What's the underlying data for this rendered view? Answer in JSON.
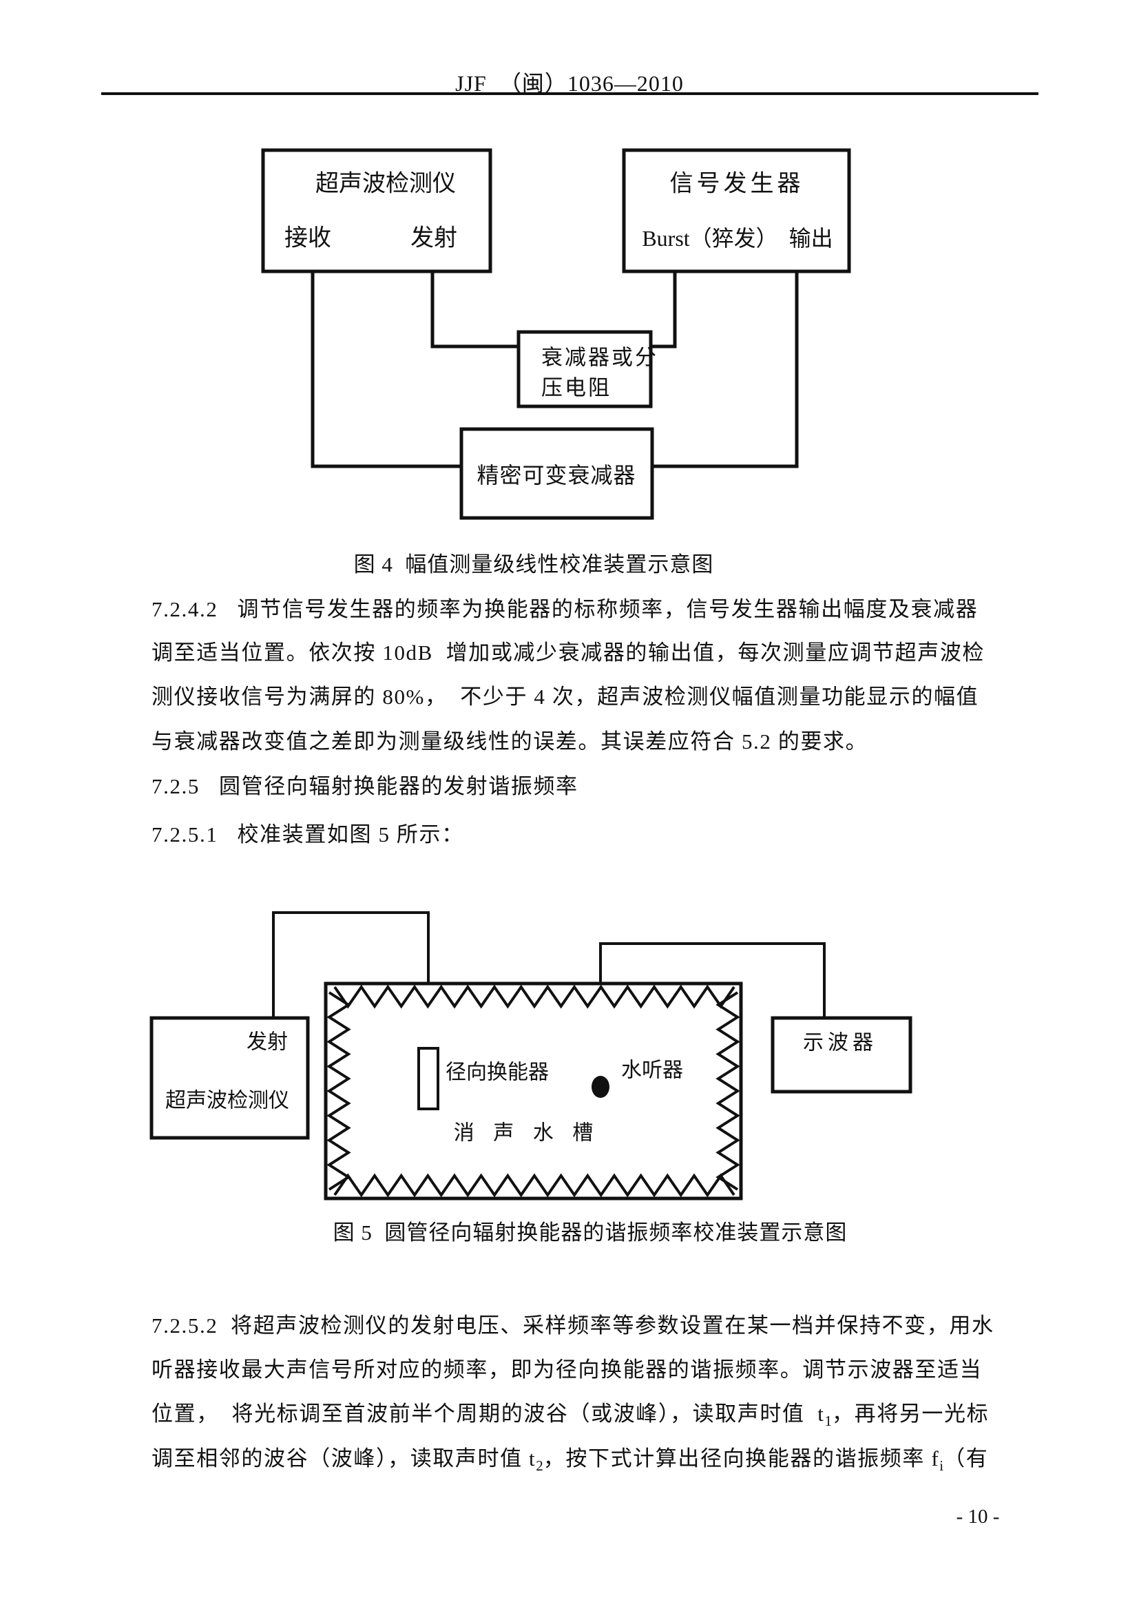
{
  "header": {
    "title": "JJF  （闽）1036—2010"
  },
  "figure4": {
    "detector": {
      "title": "超声波检测仪",
      "port_receive": "接收",
      "port_transmit": "发射"
    },
    "generator": {
      "title": "信号发生器",
      "port": "Burst（猝发）  输出"
    },
    "attenuator": {
      "line1": "衰减器或分",
      "line2": "压电阻"
    },
    "variable_attenuator": {
      "label": "精密可变衰减器"
    },
    "caption": "图 4  幅值测量级线性校准装置示意图"
  },
  "text": {
    "p7242_l1": "7.2.4.2   调节信号发生器的频率为换能器的标称频率，信号发生器输出幅度及衰减器",
    "p7242_l2": "调至适当位置。依次按 10dB  增加或减少衰减器的输出值，每次测量应调节超声波检",
    "p7242_l3": "测仪接收信号为满屏的 80%，  不少于 4 次，超声波检测仪幅值测量功能显示的幅值",
    "p7242_l4": "与衰减器改变值之差即为测量级线性的误差。其误差应符合 5.2 的要求。",
    "h725": "7.2.5   圆管径向辐射换能器的发射谐振频率",
    "h7251": "7.2.5.1   校准装置如图 5 所示：",
    "p7252_l1": "7.2.5.2  将超声波检测仪的发射电压、采样频率等参数设置在某一档并保持不变，用水",
    "p7252_l2": "听器接收最大声信号所对应的频率，即为径向换能器的谐振频率。调节示波器至适当",
    "p7252_l3a": "位置，  将光标调至首波前半个周期的波谷（或波峰），读取声时值  t",
    "p7252_l3sub": "1",
    "p7252_l3b": "，再将另一光标",
    "p7252_l4a": "调至相邻的波谷（波峰），读取声时值 t",
    "p7252_l4sub": "2",
    "p7252_l4b": "，按下式计算出径向换能器的谐振频率 f",
    "p7252_l4sub2": "i",
    "p7252_l4c": "（有"
  },
  "figure5": {
    "detector": {
      "port": "发射",
      "title": "超声波检测仪"
    },
    "transducer_label": "径向换能器",
    "hydrophone_label": "水听器",
    "tank_label": "消 声 水 槽",
    "oscilloscope_label": "示波器",
    "caption": "图 5  圆管径向辐射换能器的谐振频率校准装置示意图"
  },
  "footer": {
    "page_number": "- 10 -"
  }
}
